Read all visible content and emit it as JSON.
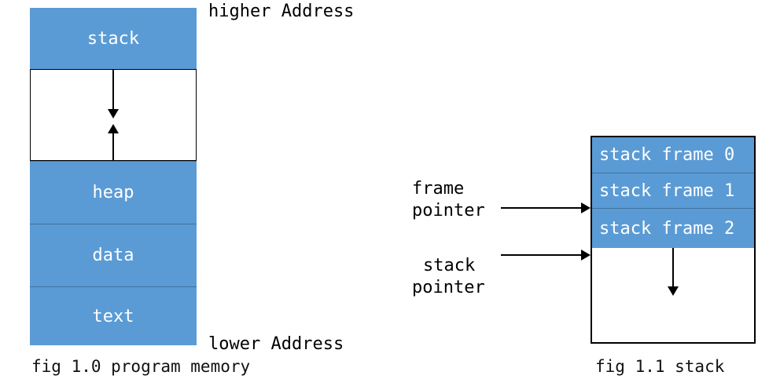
{
  "figures": [
    {
      "id": "fig-1-0",
      "caption": "fig 1.0 program memory",
      "top_label": "higher Address",
      "bottom_label": "lower Address",
      "segments": [
        {
          "label": "stack",
          "filled": true
        },
        {
          "label": "",
          "filled": false
        },
        {
          "label": "heap",
          "filled": true
        },
        {
          "label": "data",
          "filled": true
        },
        {
          "label": "text",
          "filled": true
        }
      ],
      "growth_arrows": [
        {
          "name": "stack-grows-down-arrow",
          "direction": "down"
        },
        {
          "name": "heap-grows-up-arrow",
          "direction": "up"
        }
      ]
    },
    {
      "id": "fig-1-1",
      "caption": "fig 1.1 stack",
      "rows": [
        {
          "label": "stack frame 0",
          "filled": true
        },
        {
          "label": "stack frame 1",
          "filled": true
        },
        {
          "label": "stack frame 2",
          "filled": true
        },
        {
          "label": "",
          "filled": false
        }
      ],
      "pointers": [
        {
          "name": "frame-pointer",
          "line1": "frame",
          "line2": "pointer"
        },
        {
          "name": "stack-pointer",
          "line1": "stack",
          "line2": "pointer"
        }
      ],
      "growth_arrow": {
        "name": "stack-grows-down-arrow",
        "direction": "down"
      }
    }
  ],
  "colors": {
    "fill": "#5b9bd5",
    "fill_divider": "#41719c",
    "stroke": "#000000",
    "background": "#ffffff",
    "text_on_fill": "#ffffff",
    "text": "#000000"
  }
}
